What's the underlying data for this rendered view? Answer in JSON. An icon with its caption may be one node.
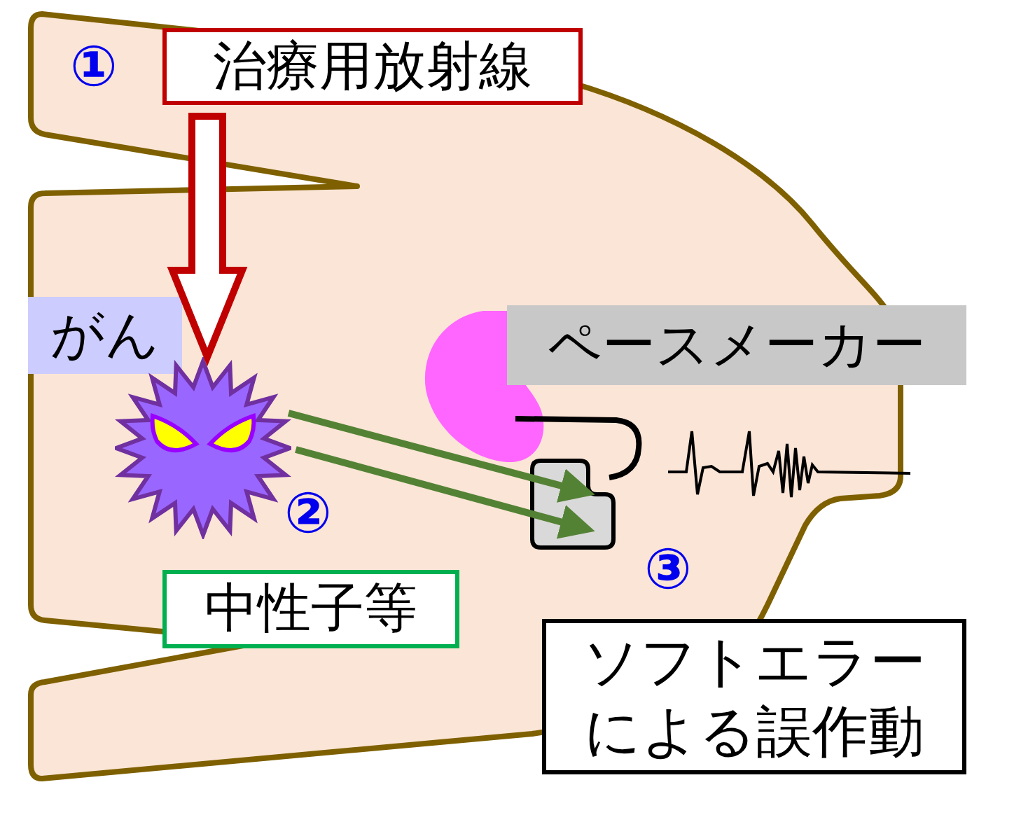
{
  "diagram": {
    "nodes": [
      {
        "text": [
          "治療用放射線"
        ]
      },
      {
        "text": [
          "がん"
        ]
      },
      {
        "text": [],
        "shape": "picture"
      },
      {
        "text": [
          "中性子等"
        ]
      },
      {
        "text": [
          "ペースメーカー"
        ]
      },
      {
        "text": [],
        "shape": "box"
      },
      {
        "text": [
          "ソフトエラーによる誤作動"
        ]
      }
    ],
    "edges": [
      {
        "from": 0,
        "to": 2,
        "arrow": "to",
        "style": "thick",
        "color": "#c00000"
      },
      {
        "from": 2,
        "to": 5,
        "arrow": "to",
        "color": "#548235"
      },
      {
        "from": 2,
        "to": 5,
        "arrow": "to",
        "color": "#548235"
      }
    ],
    "labels": [
      "①",
      "②",
      "③"
    ]
  }
}
